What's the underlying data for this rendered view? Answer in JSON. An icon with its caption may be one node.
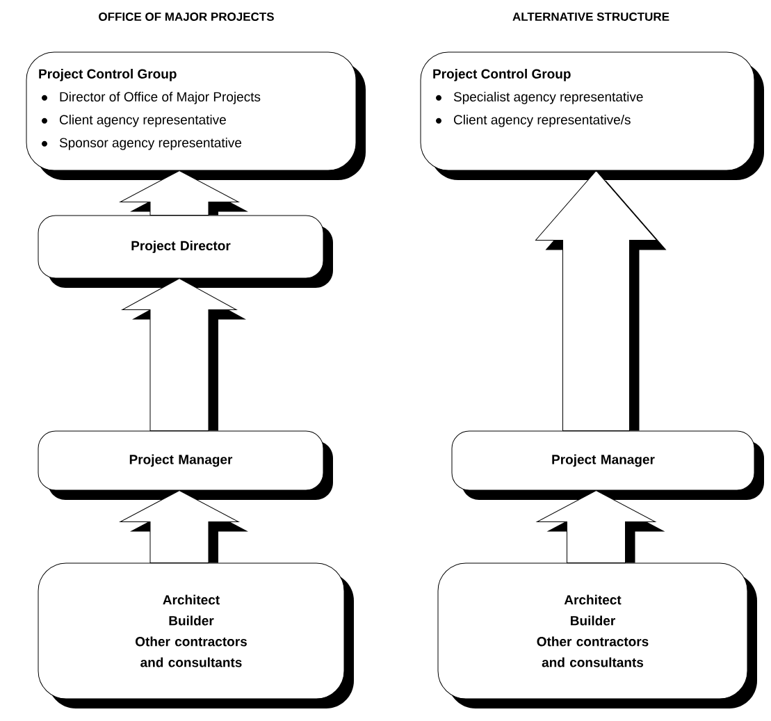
{
  "diagram": {
    "nodes": [
      {
        "text": [
          "Project Control Group",
          "Director of Office of Major Projects",
          "Client agency representative",
          "Sponsor agency representative"
        ]
      },
      {
        "text": [
          "Project Director"
        ]
      },
      {
        "text": [
          "Project Manager"
        ]
      },
      {
        "text": [
          "Architect",
          "Builder",
          "Other contractors and consultants"
        ]
      },
      {
        "text": [
          "Project Control Group",
          "Specialist agency representative",
          "Client agency representative/s"
        ]
      },
      {
        "text": [
          "Project Manager"
        ]
      },
      {
        "text": [
          "Architect",
          "Builder",
          "Other contractors and consultants"
        ]
      }
    ],
    "edges": [
      {
        "from": 1,
        "to": 0,
        "arrow": "to"
      },
      {
        "from": 2,
        "to": 1,
        "arrow": "to"
      },
      {
        "from": 3,
        "to": 2,
        "arrow": "to"
      },
      {
        "from": 6,
        "to": 5,
        "arrow": "to"
      },
      {
        "from": 5,
        "to": 4,
        "arrow": "to"
      }
    ],
    "labels": [
      "OFFICE OF MAJOR PROJECTS",
      "ALTERNATIVE STRUCTURE"
    ]
  }
}
